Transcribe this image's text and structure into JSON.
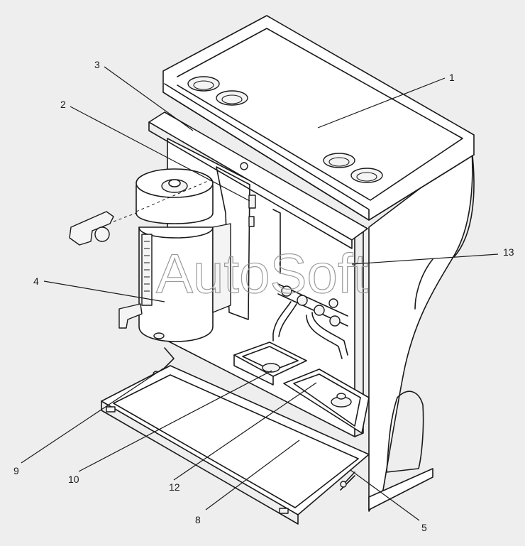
{
  "watermark": "AutoSoft",
  "callouts": [
    {
      "id": "c1",
      "label": "1"
    },
    {
      "id": "c2",
      "label": "2"
    },
    {
      "id": "c3",
      "label": "3"
    },
    {
      "id": "c4",
      "label": "4"
    },
    {
      "id": "c5",
      "label": "5"
    },
    {
      "id": "c8",
      "label": "8"
    },
    {
      "id": "c9",
      "label": "9"
    },
    {
      "id": "c10",
      "label": "10"
    },
    {
      "id": "c12",
      "label": "12"
    },
    {
      "id": "c13",
      "label": "13"
    }
  ]
}
